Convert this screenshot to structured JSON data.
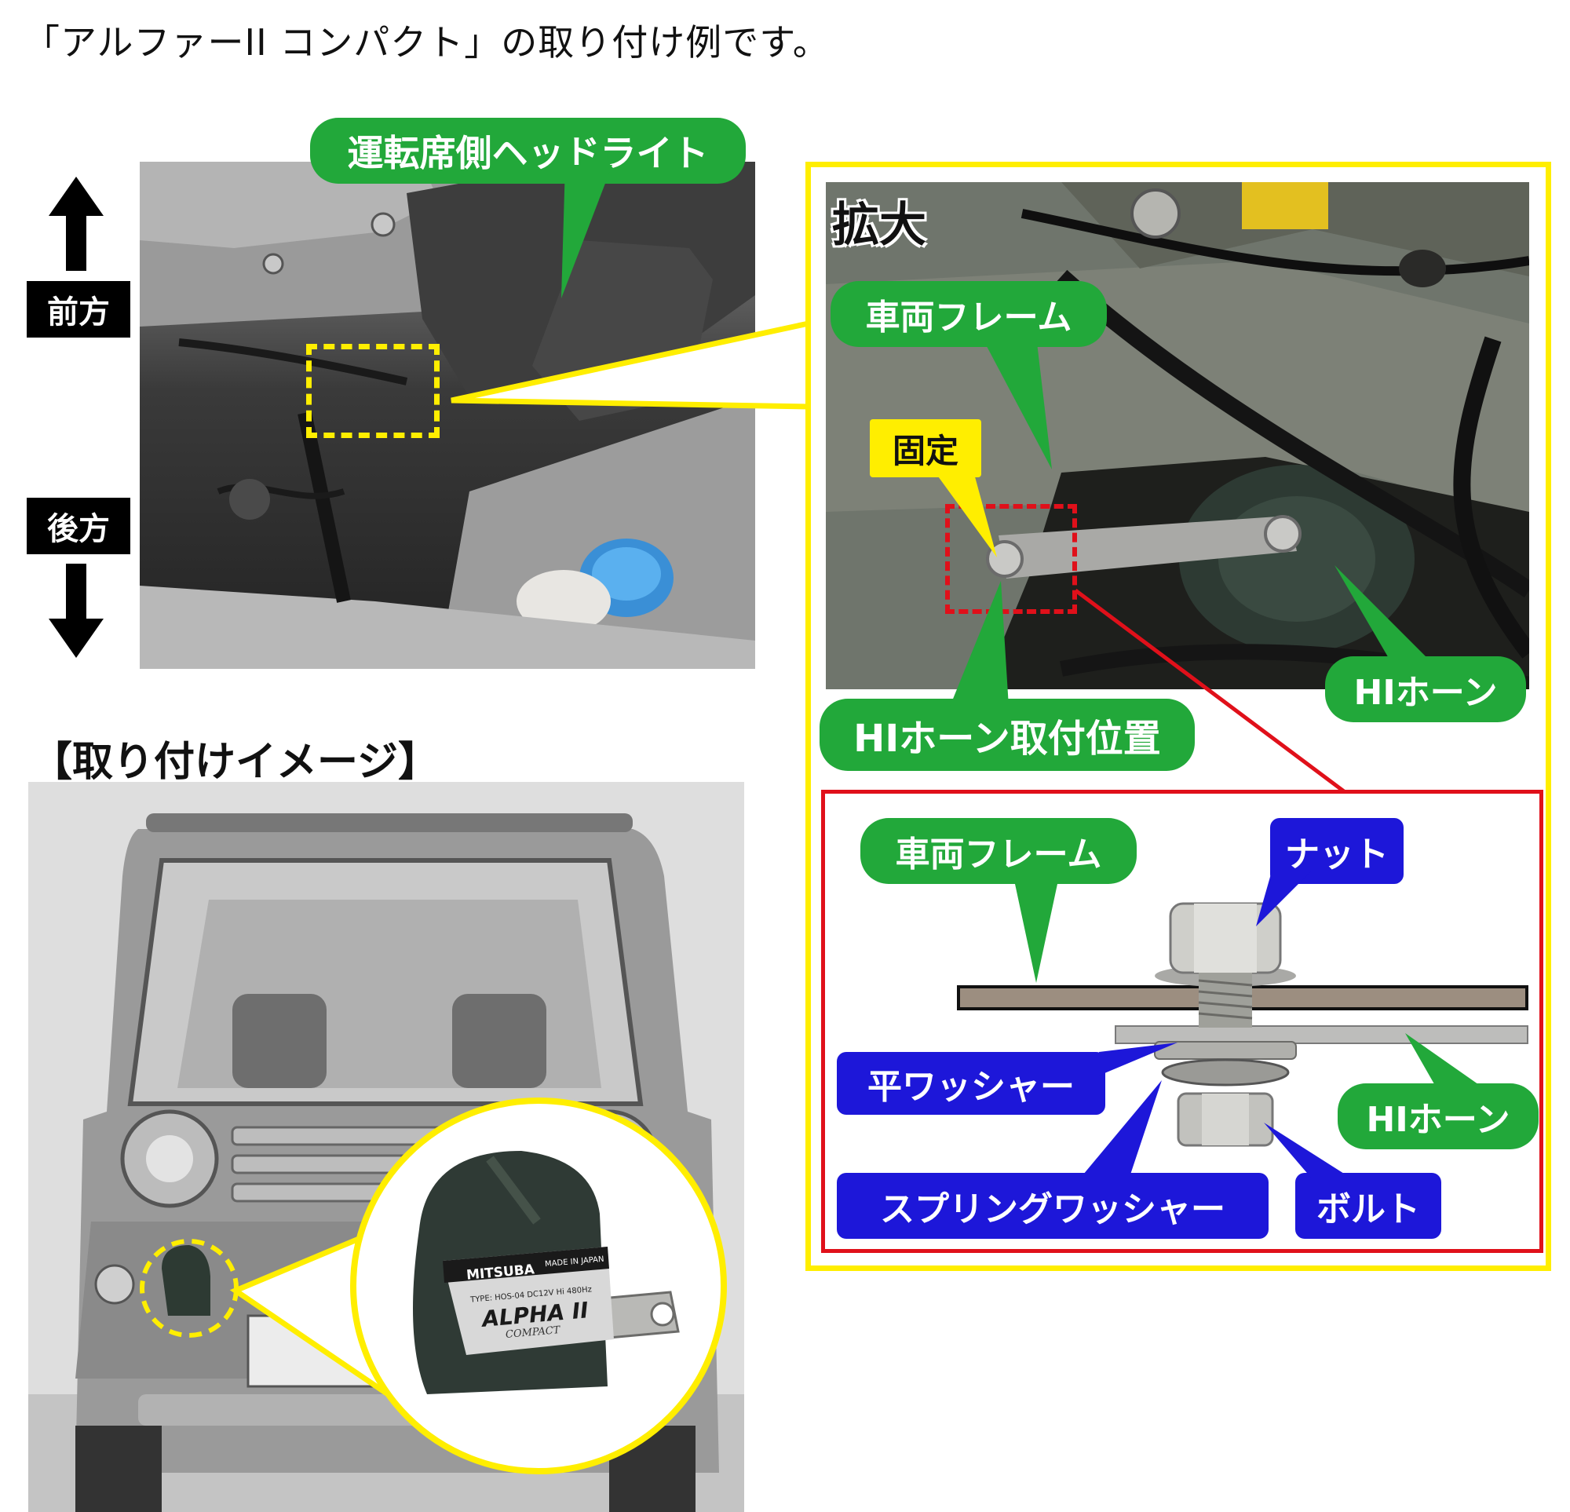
{
  "header": {
    "title": "「アルファーII コンパクト」の取り付け例です。"
  },
  "top_left_photo": {
    "callout_headlight": "運転席側ヘッドライト",
    "dir_front": "前方",
    "dir_back": "後方"
  },
  "zoom_panel": {
    "title": "拡大",
    "frame_label": "車両フレーム",
    "fix_label": "固定",
    "horn_label": "HIホーン",
    "mount_label": "HIホーン取付位置"
  },
  "diagram": {
    "frame_label": "車両フレーム",
    "nut_label": "ナット",
    "flat_washer_label": "平ワッシャー",
    "horn_label": "HIホーン",
    "spring_washer_label": "スプリングワッシャー",
    "bolt_label": "ボルト"
  },
  "image_section": {
    "title": "【取り付けイメージ】"
  },
  "product": {
    "brand": "MITSUBA",
    "made_in": "MADE IN JAPAN",
    "spec": "TYPE: HOS-04  DC12V  Hi 480Hz",
    "name": "ALPHA II",
    "sub": "COMPACT"
  },
  "colors": {
    "callout_green": "#22a83a",
    "callout_blue": "#1d17d9",
    "frame_yellow": "#ffee00",
    "frame_red": "#e0101a"
  }
}
